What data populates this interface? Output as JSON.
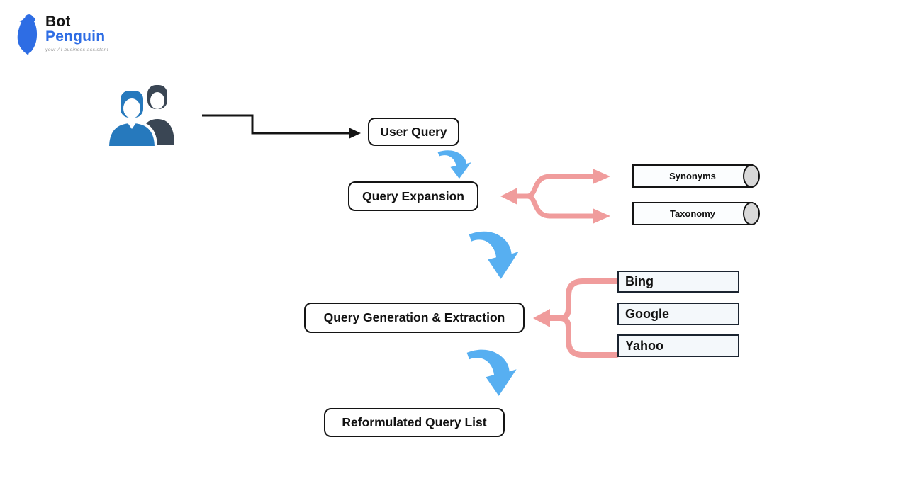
{
  "logo": {
    "title_top": "Bot",
    "title_bottom": "Penguin",
    "tagline": "your AI business assistant"
  },
  "nodes": {
    "user_query": "User Query",
    "query_expansion": "Query Expansion",
    "query_generation": "Query Generation & Extraction",
    "reformulated_query_list": "Reformulated Query List",
    "synonyms": "Synonyms",
    "taxonomy": "Taxonomy",
    "bing": "Bing",
    "google": "Google",
    "yahoo": "Yahoo"
  },
  "icons": {
    "users": "two-users-icon",
    "penguin": "penguin-logo-icon",
    "blue_curved_arrow": "curved-down-arrow-icon",
    "pink_fork": "fork-arrow-icon",
    "black_elbow_arrow": "elbow-right-arrow-icon"
  },
  "colors": {
    "blue_arrow": "#57aff1",
    "pink_arrow": "#f09c9c",
    "logo_blue": "#2e6de4",
    "user_front": "#2679bd",
    "user_back": "#3a4654",
    "box_fill": "#f4f8fb",
    "cylinder_fill": "#fbfdfe",
    "cylinder_cap": "#d9d9d9",
    "arrow_black": "#141414"
  }
}
